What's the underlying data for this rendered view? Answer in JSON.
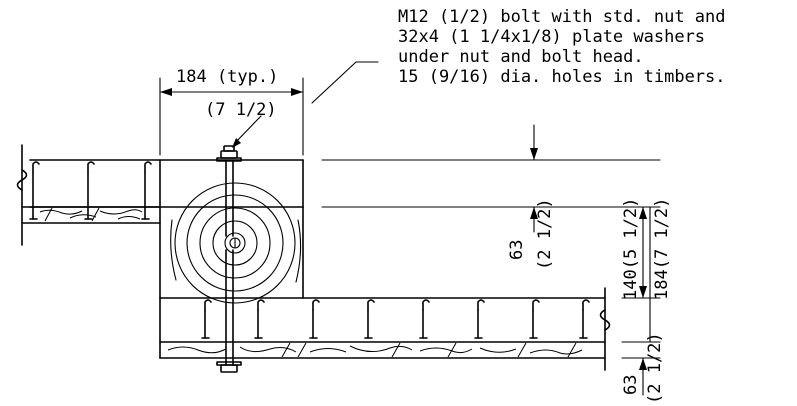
{
  "note": {
    "line1": "M12 (1/2) bolt with std. nut and",
    "line2": "32x4 (1 1/4x1/8) plate washers",
    "line3": "under nut and bolt head.",
    "line4": "15 (9/16) dia. holes in timbers."
  },
  "dimensions": {
    "block_width": "184 (typ.)",
    "block_width_imperial": "(7 1/2)",
    "overlap_63": "63",
    "overlap_63_imperial": "(2 1/2)",
    "lower_63": "63",
    "lower_63_imperial": "(2 1/2)",
    "depth_140": "140(5 1/2)",
    "depth_184": "184(7 1/2)"
  }
}
